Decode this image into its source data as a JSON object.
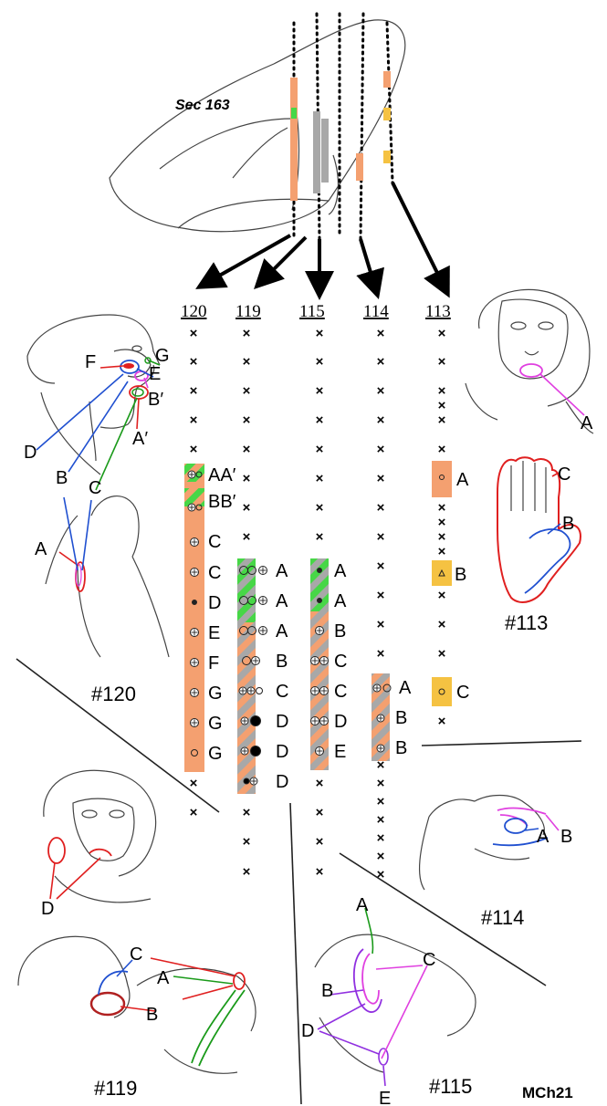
{
  "section_label": "Sec 163",
  "tracks": [
    {
      "id": "120",
      "label": "120",
      "labels": [
        "AA′",
        "BB′",
        "C",
        "C",
        "D",
        "E",
        "F",
        "G",
        "G",
        "G"
      ]
    },
    {
      "id": "119",
      "label": "119",
      "labels": [
        "A",
        "A",
        "A",
        "B",
        "C",
        "D",
        "D",
        "D"
      ]
    },
    {
      "id": "115",
      "label": "115",
      "labels": [
        "A",
        "A",
        "B",
        "C",
        "C",
        "D",
        "E"
      ]
    },
    {
      "id": "114",
      "label": "114",
      "labels": [
        "A",
        "B",
        "B"
      ]
    },
    {
      "id": "113",
      "label": "113",
      "labels": [
        "A",
        "B",
        "C"
      ]
    }
  ],
  "cases": {
    "c120": {
      "label": "#120",
      "figure_labels": [
        "G",
        "E",
        "F",
        "B′",
        "D",
        "A′",
        "B",
        "C",
        "A"
      ]
    },
    "c113": {
      "label": "#113",
      "figure_labels": [
        "A",
        "C",
        "B"
      ]
    },
    "c114": {
      "label": "#114",
      "figure_labels": [
        "A",
        "B"
      ]
    },
    "c119": {
      "label": "#119",
      "figure_labels": [
        "D",
        "C",
        "A",
        "B"
      ]
    },
    "c115": {
      "label": "#115",
      "figure_labels": [
        "A",
        "C",
        "B",
        "D",
        "E"
      ]
    }
  },
  "colors": {
    "orange": "#f4a070",
    "gray": "#a8a8a8",
    "green": "#47d747",
    "yellow": "#f5c242",
    "red": "#e02020",
    "blue": "#2050d0",
    "green_line": "#1a9a1a",
    "magenta": "#e040e0",
    "purple": "#9030e0"
  },
  "footer_label": "MCh21"
}
